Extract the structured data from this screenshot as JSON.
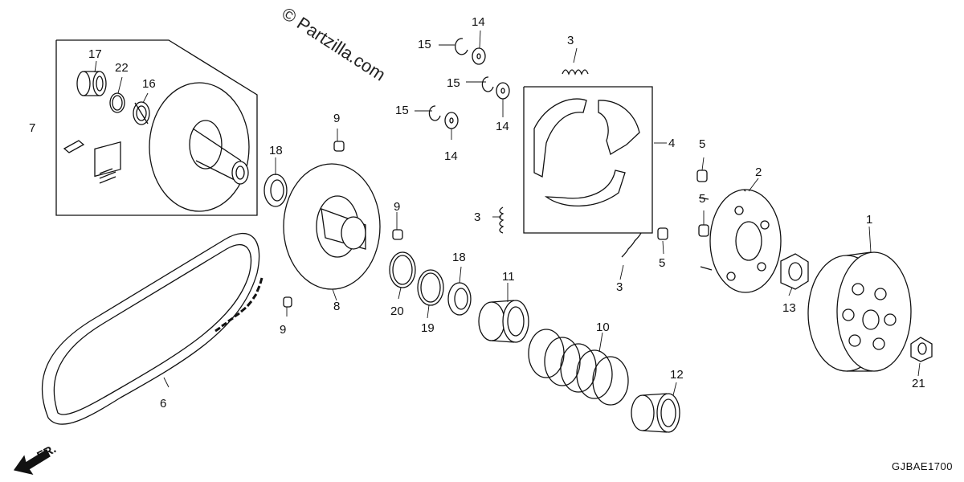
{
  "watermark": "© Partzilla.com",
  "diagram_code": "GJBAE1700",
  "front_label": "FR.",
  "callouts": {
    "c1": "1",
    "c2": "2",
    "c3a": "3",
    "c3b": "3",
    "c3c": "3",
    "c4": "4",
    "c5a": "5",
    "c5b": "5",
    "c5c": "5",
    "c6": "6",
    "c7": "7",
    "c8": "8",
    "c9a": "9",
    "c9b": "9",
    "c9c": "9",
    "c10": "10",
    "c11": "11",
    "c12": "12",
    "c13": "13",
    "c14a": "14",
    "c14b": "14",
    "c14c": "14",
    "c15a": "15",
    "c15b": "15",
    "c15c": "15",
    "c16": "16",
    "c17": "17",
    "c18a": "18",
    "c18b": "18",
    "c19": "19",
    "c20": "20",
    "c21": "21",
    "c22": "22"
  },
  "colors": {
    "line": "#111111",
    "fill": "#ffffff",
    "shade": "#d9d9d9"
  }
}
